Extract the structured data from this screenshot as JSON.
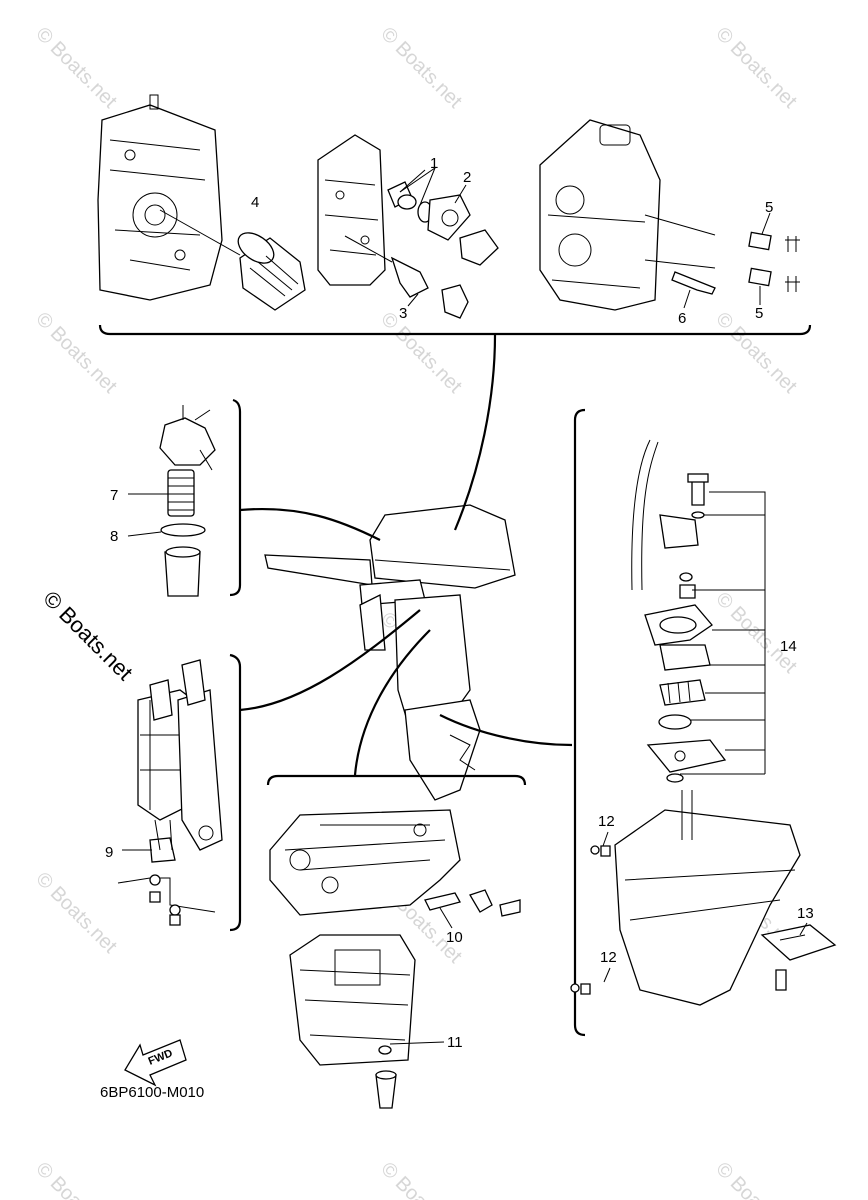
{
  "watermark": "© Boats.net",
  "diagram_code": "6BP6100-M010",
  "fwd_label": "FWD",
  "callouts": {
    "c1": "1",
    "c2": "2",
    "c3": "3",
    "c4": "4",
    "c5a": "5",
    "c5b": "5",
    "c6": "6",
    "c7": "7",
    "c8": "8",
    "c9": "9",
    "c10": "10",
    "c11": "11",
    "c12a": "12",
    "c12b": "12",
    "c13": "13",
    "c14": "14"
  }
}
